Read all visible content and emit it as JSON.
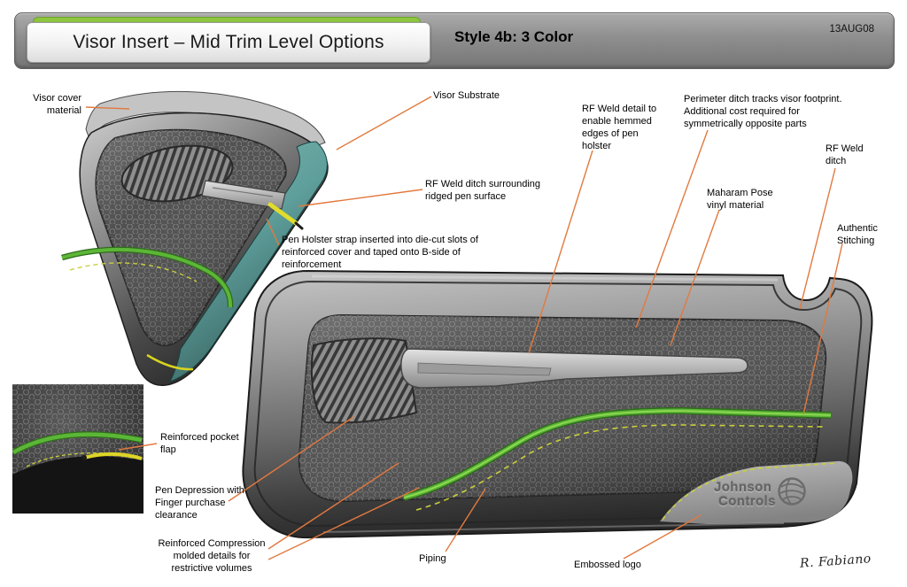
{
  "header": {
    "title": "Visor Insert – Mid Trim Level Options",
    "style": "Style 4b: 3 Color",
    "date": "13AUG08"
  },
  "labels": {
    "visor_cover_material": "Visor cover\nmaterial",
    "visor_substrate": "Visor Substrate",
    "rf_weld_ditch_pen": "RF Weld ditch surrounding\nridged pen surface",
    "pen_holster_strap": "Pen Holster strap inserted into die-cut slots of\nreinforced cover and taped onto B-side of\nreinforcement",
    "rf_weld_detail": "RF Weld detail to\nenable hemmed\nedges of pen\nholster",
    "perimeter_ditch": "Perimeter ditch tracks visor footprint.\nAdditional cost required for\nsymmetrically opposite parts",
    "rf_weld_ditch": "RF Weld\nditch",
    "maharam": "Maharam Pose\nvinyl material",
    "authentic_stitching": "Authentic\nStitching",
    "reinforced_pocket_flap": "Reinforced pocket\nflap",
    "pen_depression": "Pen Depression with\nFinger purchase\nclearance",
    "reinforced_compression": "Reinforced Compression\nmolded details for\nrestrictive volumes",
    "piping": "Piping",
    "embossed_logo": "Embossed logo"
  },
  "illustration": {
    "logo_line1": "Johnson",
    "logo_line2": "Controls",
    "signature": "R. Fabiano"
  },
  "colors": {
    "leader_orange": "#E2793F",
    "piping_green": "#5CB637",
    "stitch_yellow": "#C9CE3B",
    "substrate_teal": "#5E9E9B",
    "accent_green": "#8DC63F"
  }
}
